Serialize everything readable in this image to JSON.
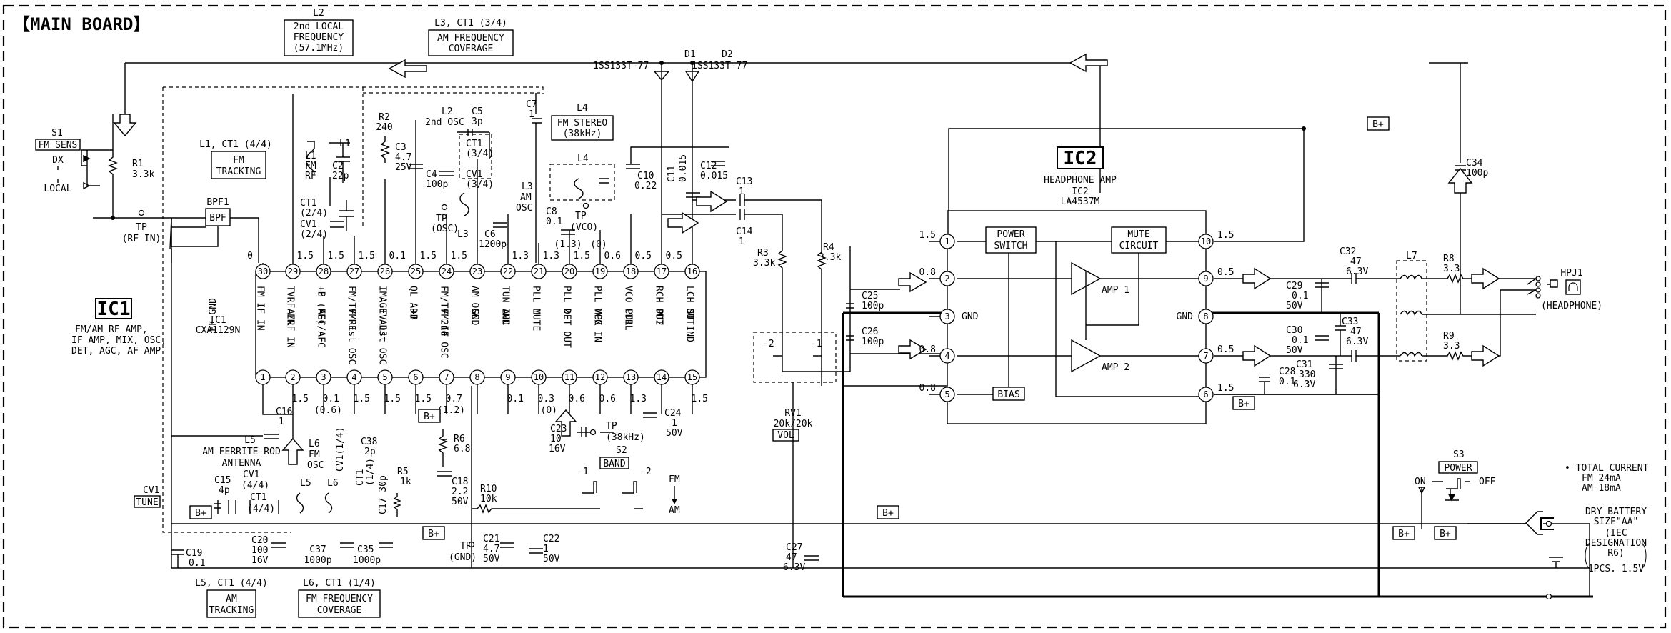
{
  "title": "【MAIN BOARD】",
  "boxes": {
    "l2": [
      "L2",
      "2nd LOCAL",
      "FREQUENCY",
      "(57.1MHz)"
    ],
    "l3": [
      "L3, CT1 (3/4)",
      "AM FREQUENCY",
      "COVERAGE"
    ],
    "l1": [
      "L1, CT1 (4/4)",
      "FM",
      "TRACKING"
    ],
    "l4": [
      "L4",
      "FM STEREO",
      "(38kHz)"
    ],
    "l5": [
      "L5, CT1 (4/4)",
      "AM",
      "TRACKING"
    ],
    "l6": [
      "L6, CT1 (1/4)",
      "FM FREQUENCY",
      "COVERAGE"
    ],
    "fmsens": [
      "S1",
      "FM SENS",
      "DX",
      "LOCAL"
    ]
  },
  "ic1": {
    "label": "IC1",
    "part": [
      "IC1",
      "CXA1129N"
    ],
    "desc": [
      "FM/AM RF AMP,",
      "IF AMP, MIX, OSC,",
      "DET, AGC, AF AMP"
    ],
    "top_pins": [
      {
        "n": "30",
        "name": "FM IF IN",
        "v": "0"
      },
      {
        "n": "29",
        "name": "TVRF IN",
        "v": ""
      },
      {
        "n": "28",
        "name": "+B (FE)",
        "v": "1.5"
      },
      {
        "n": "27",
        "name": "FM/TV RF",
        "v": "1.5"
      },
      {
        "n": "26",
        "name": "IMAGE ADJ",
        "v": "1.5"
      },
      {
        "n": "25",
        "name": "QL ADJ",
        "v": "0.1"
      },
      {
        "n": "24",
        "name": "FM/TV 2nd OSC",
        "v": "1.5"
      },
      {
        "n": "23",
        "name": "AM OSC",
        "v": "1.5"
      },
      {
        "n": "22",
        "name": "TUN IND",
        "v": ""
      },
      {
        "n": "21",
        "name": "PLL 1",
        "v": "1.3"
      },
      {
        "n": "20",
        "name": "PLL 2",
        "v": "1.3"
      },
      {
        "n": "19",
        "name": "PLL VCO",
        "v": "1.5"
      },
      {
        "n": "18",
        "name": "VCO CTRL",
        "v": "0.6"
      },
      {
        "n": "17",
        "name": "RCH OUT",
        "v": "0.5"
      },
      {
        "n": "16",
        "name": "LCH OUT",
        "v": "0.5"
      }
    ],
    "top_pins_alt": {
      "19": "(1.3)",
      "18": "(0)"
    },
    "bot_pins": [
      {
        "n": "1",
        "name": "FF GND",
        "v": ""
      },
      {
        "n": "2",
        "name": "AMRF IN",
        "v": "1.5"
      },
      {
        "n": "3",
        "name": "AGC/AFC",
        "v": "0.1"
      },
      {
        "n": "4",
        "name": "FM 1st OSC",
        "v": "1.5"
      },
      {
        "n": "5",
        "name": "TV 1st OSC",
        "v": "1.5"
      },
      {
        "n": "6",
        "name": "+B",
        "v": "1.5"
      },
      {
        "n": "7",
        "name": "FM IF",
        "v": "0.7"
      },
      {
        "n": "8",
        "name": "GND",
        "v": ""
      },
      {
        "n": "9",
        "name": "AGC",
        "v": "0.1"
      },
      {
        "n": "10",
        "name": "MUTE",
        "v": "0.3"
      },
      {
        "n": "11",
        "name": "DET OUT",
        "v": "0.6"
      },
      {
        "n": "12",
        "name": "MPX IN",
        "v": "0.6"
      },
      {
        "n": "13",
        "name": "PD1",
        "v": "1.3"
      },
      {
        "n": "14",
        "name": "PD2",
        "v": ""
      },
      {
        "n": "15",
        "name": "ST IND",
        "v": "1.5"
      }
    ],
    "bot_pins_alt": {
      "3": "(0.6)",
      "7": "(1.2)",
      "10": "(0)"
    }
  },
  "ic2": {
    "label": "IC2",
    "desc": "HEADPHONE AMP",
    "part": [
      "IC2",
      "LA4537M"
    ],
    "blocks": {
      "ps": [
        "POWER",
        "SWITCH"
      ],
      "mc": [
        "MUTE",
        "CIRCUIT"
      ],
      "amp1": "AMP 1",
      "amp2": "AMP 2",
      "bias": "BIAS"
    },
    "left_pins": [
      {
        "n": "1",
        "v": "1.5"
      },
      {
        "n": "2",
        "v": "0.8"
      },
      {
        "n": "3",
        "v": "GND"
      },
      {
        "n": "4",
        "v": "0.8"
      },
      {
        "n": "5",
        "v": "0.8"
      }
    ],
    "right_pins": [
      {
        "n": "10",
        "v": "1.5"
      },
      {
        "n": "9",
        "v": "0.5"
      },
      {
        "n": "8",
        "v": "GND"
      },
      {
        "n": "7",
        "v": "0.5"
      },
      {
        "n": "6",
        "v": "1.5"
      }
    ]
  },
  "parts": {
    "s1": "S1",
    "r1": [
      "R1",
      "3.3k"
    ],
    "tp_rfin": [
      "TP",
      "(RF IN)"
    ],
    "bpf1": "BPF1",
    "bpf": "BPF",
    "l1": [
      "L1",
      "FM",
      "RF"
    ],
    "l1s": "L1",
    "c2": [
      "C2",
      "22p"
    ],
    "ct1_24": [
      "CT1",
      "(2/4)"
    ],
    "cv1_24": [
      "CV1",
      "(2/4)"
    ],
    "r2": [
      "R2",
      "240"
    ],
    "c3": [
      "C3",
      "4.7",
      "25V"
    ],
    "c4": [
      "C4",
      "100p"
    ],
    "tposc": [
      "TP",
      "(OSC)"
    ],
    "l2osc": [
      "L2",
      "2nd OSC"
    ],
    "c5": [
      "C5",
      "3p"
    ],
    "ct1_34": [
      "CT1",
      "(3/4)"
    ],
    "cv1_34": [
      "CV1",
      "(3/4)"
    ],
    "l3s": "L3",
    "c6": [
      "C6",
      "1200p"
    ],
    "c7": [
      "C7",
      "1"
    ],
    "l3": [
      "L3",
      "AM",
      "OSC"
    ],
    "c8": [
      "C8",
      "0.1"
    ],
    "tpvco": [
      "TP",
      "(VCO)"
    ],
    "l4s": "L4",
    "c10": [
      "C10",
      "0.22"
    ],
    "c11": [
      "C11",
      "0.015"
    ],
    "c12": [
      "C12",
      "0.015"
    ],
    "d1": [
      "D1",
      "1SS133T-77"
    ],
    "d2": [
      "D2",
      "1SS133T-77"
    ],
    "c13": [
      "C13",
      "1"
    ],
    "c14": [
      "C14",
      "1"
    ],
    "r3": [
      "R3",
      "3.3k"
    ],
    "r4": [
      "R4",
      "3.3k"
    ],
    "c25": [
      "C25",
      "100p"
    ],
    "c26": [
      "C26",
      "100p"
    ],
    "rv1": [
      "RV1",
      "20k/20k",
      "VOL"
    ],
    "rv_m2": "-2",
    "rv_m1": "-1",
    "c16": [
      "C16",
      "1"
    ],
    "l5": [
      "L5",
      "AM FERRITE-ROD",
      "ANTENNA"
    ],
    "l6": [
      "L6",
      "FM",
      "OSC"
    ],
    "cv1": [
      "CV1",
      "TUNE"
    ],
    "c15": [
      "C15",
      "4p"
    ],
    "ct1_44": [
      "CT1",
      "(4/4)"
    ],
    "cv1_44": [
      "CV1",
      "(4/4)"
    ],
    "l5s": "L5",
    "l6s": "L6",
    "cv1_14": "CV1(1/4)",
    "ct1_14": [
      "CT1",
      "(1/4)"
    ],
    "c17": "C17 30p",
    "c38": [
      "C38",
      "2p"
    ],
    "r5": [
      "R5",
      "1k"
    ],
    "c19": [
      "C19",
      "0.1"
    ],
    "c20": [
      "C20",
      "100",
      "16V"
    ],
    "c37": [
      "C37",
      "1000p"
    ],
    "c35": [
      "C35",
      "1000p"
    ],
    "r6": [
      "R6",
      "6.8"
    ],
    "c18": [
      "C18",
      "2.2",
      "50V"
    ],
    "r10": [
      "R10",
      "10k"
    ],
    "tpgnd": [
      "TP",
      "(GND)"
    ],
    "c21": [
      "C21",
      "4.7",
      "50V"
    ],
    "c22": [
      "C22",
      "1",
      "50V"
    ],
    "c23": [
      "C23",
      "10",
      "16V"
    ],
    "tp38": [
      "TP",
      "(38kHz)"
    ],
    "c24": [
      "C24",
      "1",
      "50V"
    ],
    "s2": [
      "S2",
      "BAND"
    ],
    "s2m1": "-1",
    "s2m2": "-2",
    "fm": "FM",
    "am": "AM",
    "c27": [
      "C27",
      "47",
      "6.3V"
    ],
    "c32": [
      "C32",
      "47",
      "6.3V"
    ],
    "c29": [
      "C29",
      "0.1",
      "50V"
    ],
    "c30": [
      "C30",
      "0.1",
      "50V"
    ],
    "c31": [
      "C31",
      "330",
      "6.3V"
    ],
    "c33": [
      "C33",
      "47",
      "6.3V"
    ],
    "c28": [
      "C28",
      "0.1"
    ],
    "c34": [
      "C34",
      "100p"
    ],
    "l7": "L7",
    "r8": [
      "R8",
      "3.3"
    ],
    "r9": [
      "R9",
      "3.3"
    ],
    "hpj1": "HPJ1",
    "headphone": "(HEADPHONE)",
    "s3": [
      "S3",
      "POWER"
    ],
    "on": "ON",
    "off": "OFF",
    "current": [
      "• TOTAL CURRENT",
      "FM 24mA",
      "AM 18mA"
    ],
    "battery": [
      "DRY BATTERY",
      "SIZE\"AA\"",
      "(IEC",
      "DESIGNATION",
      "R6)",
      "1PCS. 1.5V"
    ],
    "bplus": "B+",
    "gnd": "GND"
  }
}
